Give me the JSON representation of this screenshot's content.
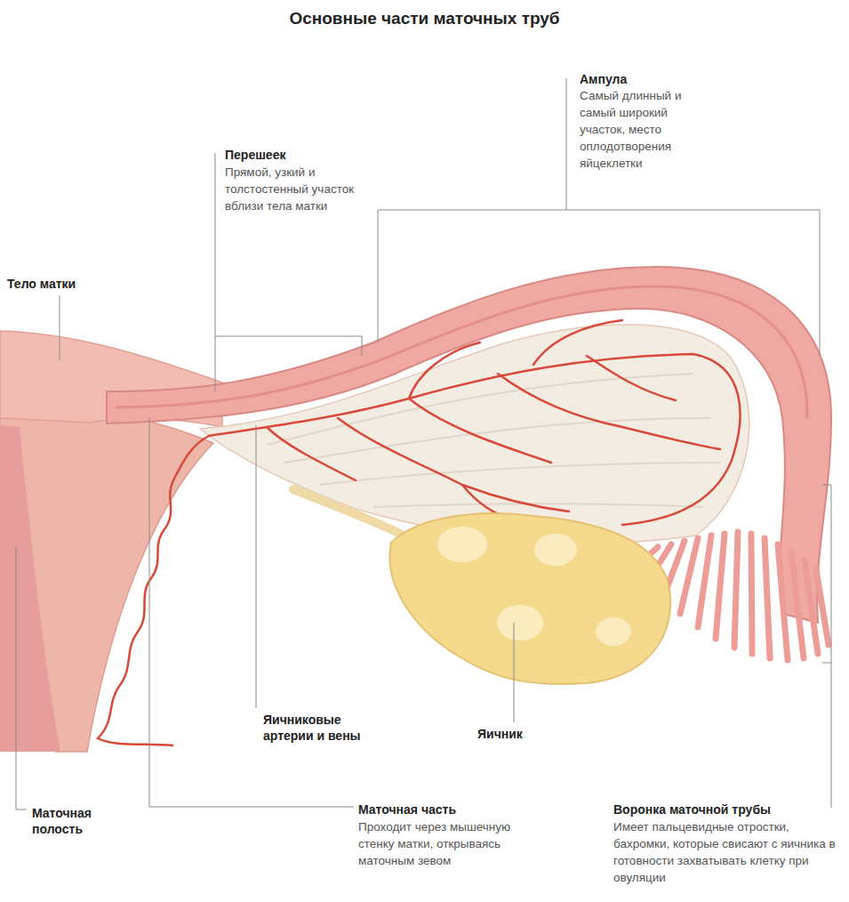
{
  "diagram": {
    "title": "Основные части маточных труб",
    "labels": [
      "Ампула",
      "Самый длинный и самый широкий участок, место оплодотворения яйцеклетки",
      "Перешеек",
      "Прямой, узкий и толстостенный участок вблизи тела матки",
      "Тело матки",
      "Яичниковые артерии и вены",
      "Яичник",
      "Маточная часть",
      "Проходит через мышечную стенку матки, открываясь маточным зевом",
      "Воронка маточной трубы",
      "Имеет пальцевидные отростки, бахромки, которые свисают с яичника в готовности захватывать клетку при овуляции",
      "Маточная полость"
    ]
  }
}
